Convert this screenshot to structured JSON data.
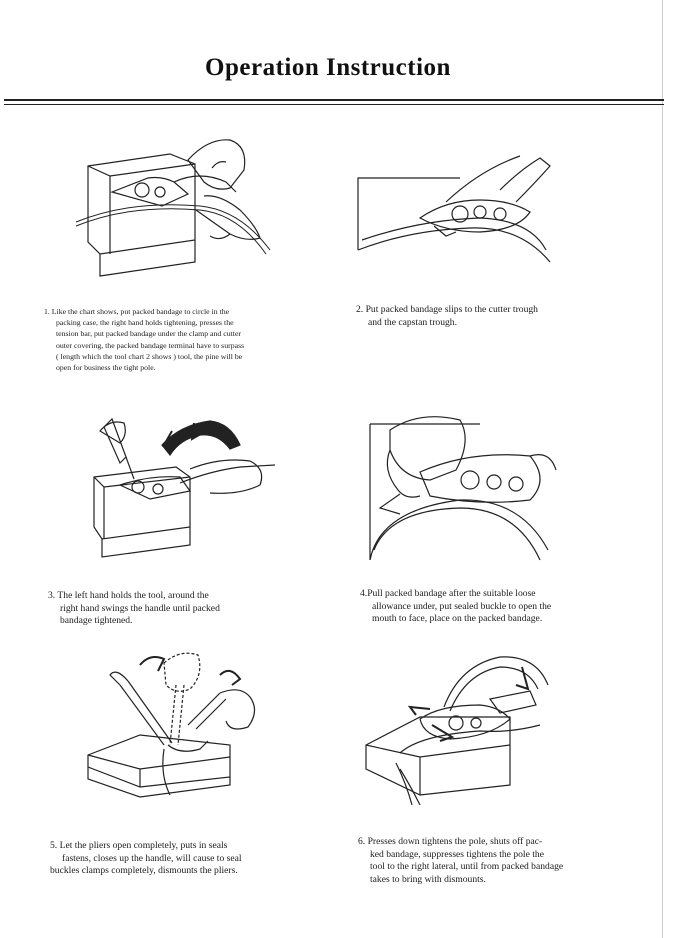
{
  "header": {
    "title": "Operation Instruction"
  },
  "steps": [
    {
      "illustration": "hand-tensioning-strap-on-box",
      "lines": [
        "1. Like the chart shows, put packed  bandage to circle in the",
        "packing case, the right hand holds tightening, presses the",
        "tension bar, put packed bandage under the clamp and cutter",
        "outer covering, the packed bandage terminal have to surpass",
        "( length which the tool chart 2 shows ) tool, the pine will be",
        "open for business the tight pole."
      ]
    },
    {
      "illustration": "strap-in-cutter-and-capstan-trough",
      "lines": [
        "2. Put packed bandage slips to the cutter trough",
        "and the capstan trough."
      ]
    },
    {
      "illustration": "swinging-handle-to-tighten",
      "lines": [
        "3. The left hand holds the tool, around the",
        "right hand swings the handle until packed",
        "bandage tightened."
      ]
    },
    {
      "illustration": "placing-sealed-buckle",
      "lines": [
        "4.Pull packed bandage after the suitable loose",
        "allowance under, put sealed buckle to open the",
        "mouth to face, place on the packed bandage."
      ]
    },
    {
      "illustration": "pliers-clamping-seal",
      "lines": [
        "5. Let the pliers open completely, puts in seals",
        "fastens, closes up the handle, will cause to seal",
        "buckles clamps completely, dismounts the pliers."
      ]
    },
    {
      "illustration": "pressing-pole-and-dismounting-tool",
      "lines": [
        "6. Presses down tightens the pole, shuts off pac-",
        "ked bandage, suppresses tightens the pole the",
        "tool to the right lateral, until from packed bandage",
        "takes to bring with dismounts."
      ]
    }
  ]
}
